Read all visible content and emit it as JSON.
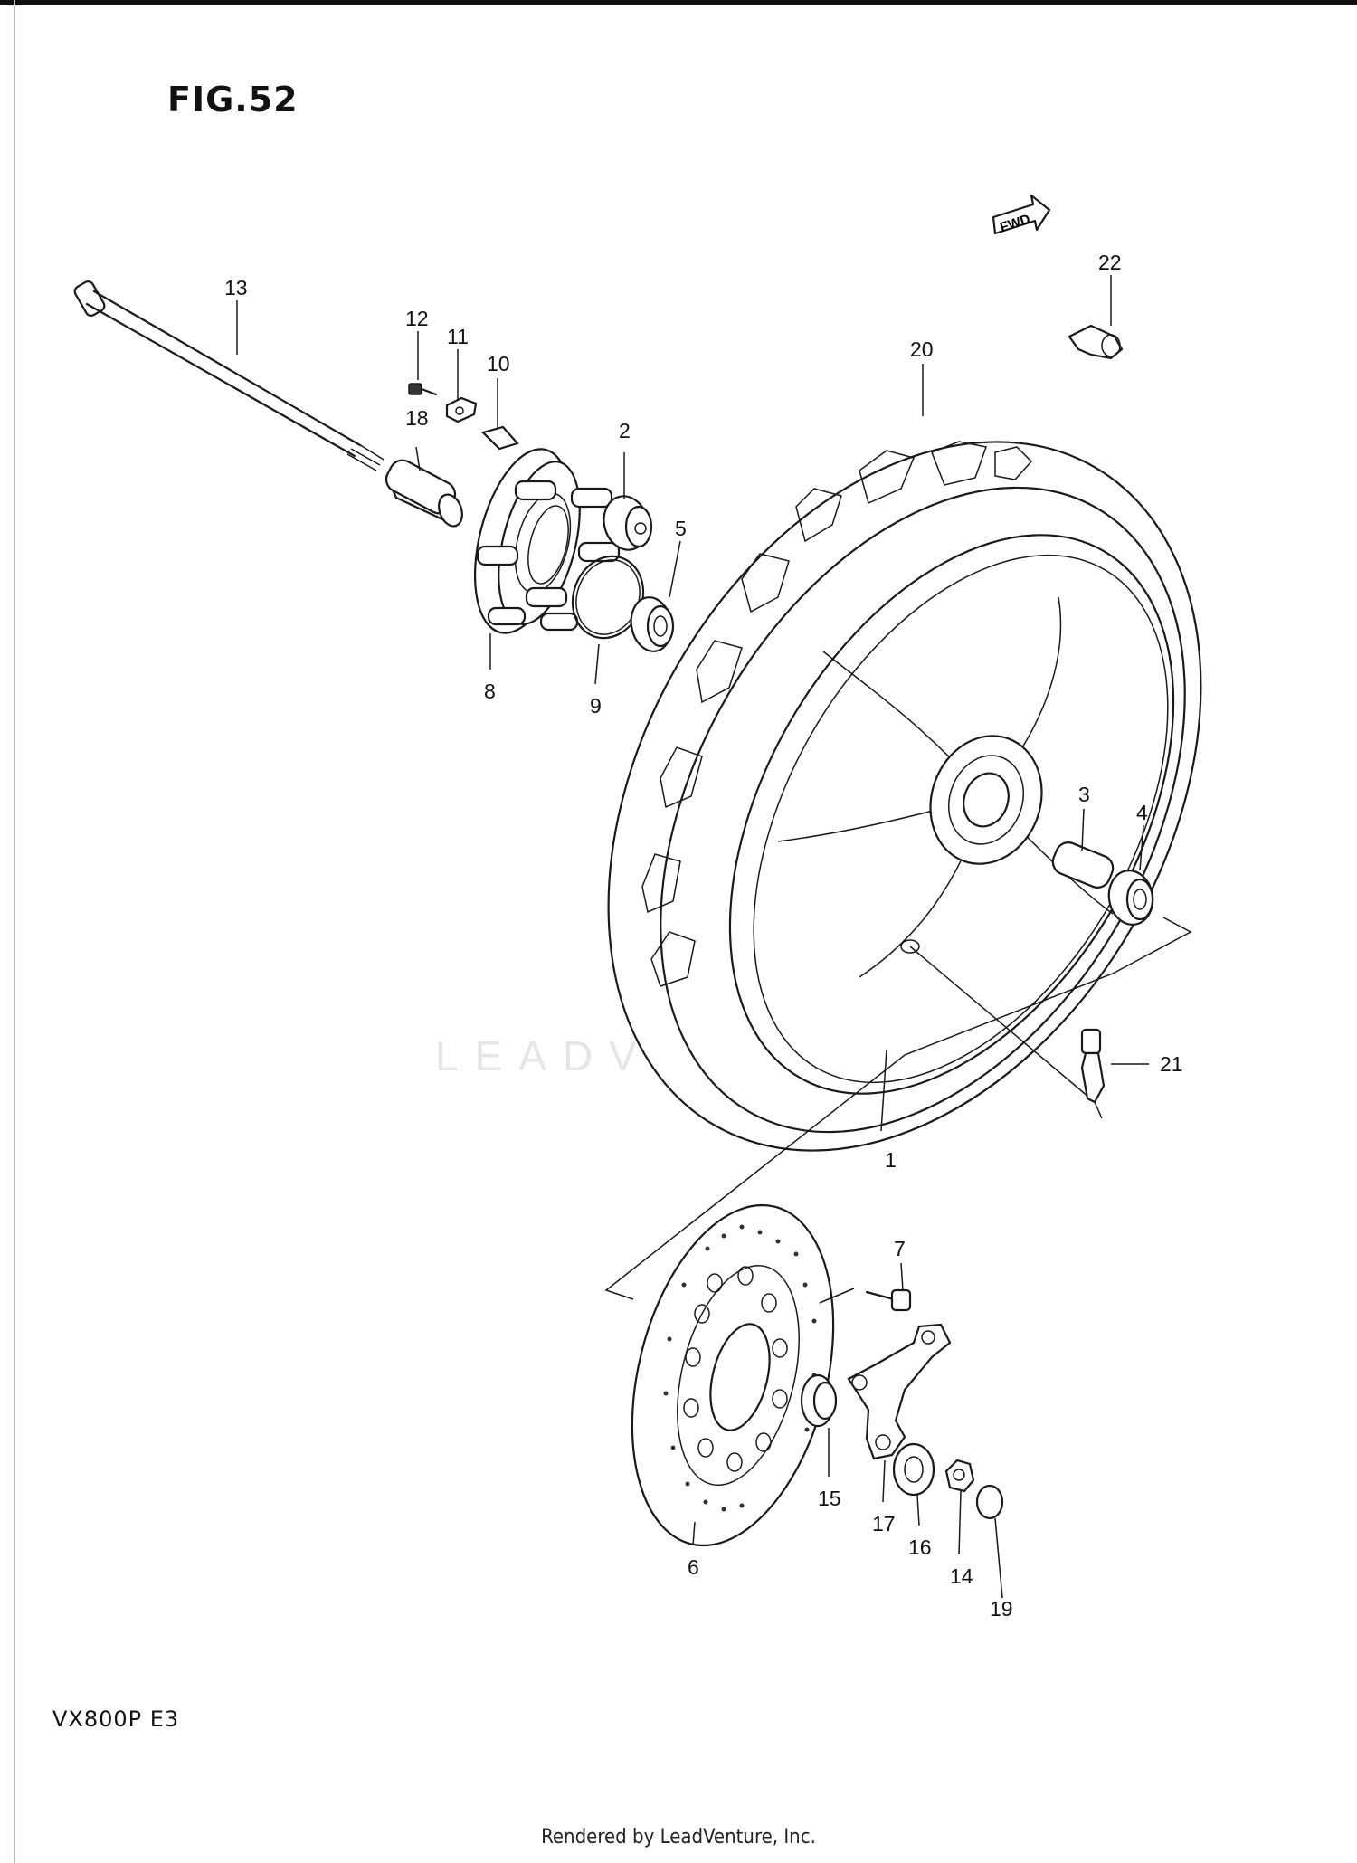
{
  "figure": {
    "title": "FIG.52"
  },
  "model": "VX800P  E3",
  "footer": "Rendered by LeadVenture, Inc.",
  "watermark": "LEADVENTURE",
  "fwd_arrow": "FWD",
  "callouts": [
    "1",
    "2",
    "3",
    "4",
    "5",
    "6",
    "7",
    "8",
    "9",
    "10",
    "11",
    "12",
    "13",
    "14",
    "15",
    "16",
    "17",
    "18",
    "19",
    "20",
    "21",
    "22"
  ]
}
